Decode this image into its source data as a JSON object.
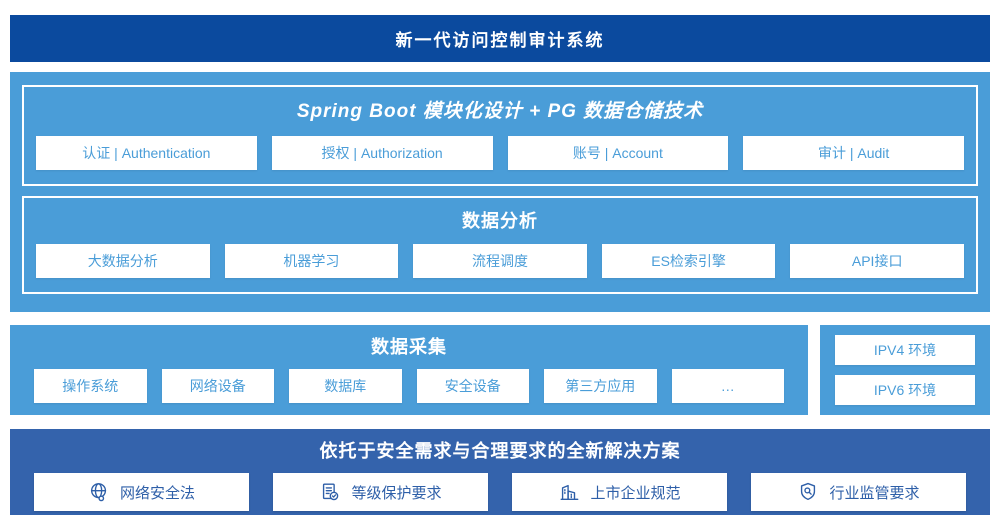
{
  "colors": {
    "banner_blue": "#0b4a9e",
    "light_blue": "#4a9dd8",
    "solution_blue": "#3463ac",
    "box_text_blue": "#4a9dd8",
    "solution_text_blue": "#2e5fa8",
    "white": "#ffffff"
  },
  "banner": {
    "title": "新一代访问控制审计系统"
  },
  "tech_section": {
    "panels": [
      {
        "title": "Spring Boot 模块化设计 + PG 数据仓储技术",
        "items": [
          "认证 | Authentication",
          "授权 | Authorization",
          "账号 | Account",
          "审计 | Audit"
        ]
      },
      {
        "title": "数据分析",
        "items": [
          "大数据分析",
          "机器学习",
          "流程调度",
          "ES检索引擎",
          "API接口"
        ]
      }
    ]
  },
  "collection_section": {
    "title": "数据采集",
    "items": [
      "操作系统",
      "网络设备",
      "数据库",
      "安全设备",
      "第三方应用",
      "…"
    ]
  },
  "env_panel": {
    "items": [
      "IPV4 环境",
      "IPV6 环境"
    ]
  },
  "solution_section": {
    "title": "依托于安全需求与合理要求的全新解决方案",
    "items": [
      {
        "icon": "globe-icon",
        "label": "网络安全法"
      },
      {
        "icon": "checklist-icon",
        "label": "等级保护要求"
      },
      {
        "icon": "buildings-icon",
        "label": "上市企业规范"
      },
      {
        "icon": "shield-search-icon",
        "label": "行业监管要求"
      }
    ]
  }
}
